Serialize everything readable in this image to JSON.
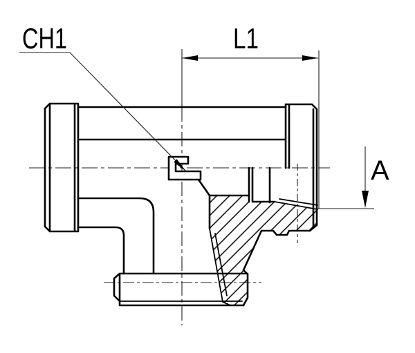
{
  "labels": {
    "wrench_size": "CH1",
    "length": "L1",
    "dim_a": "A"
  },
  "colors": {
    "line": "#000000",
    "thin_line": "#1c1c1c",
    "background": "#ffffff"
  }
}
